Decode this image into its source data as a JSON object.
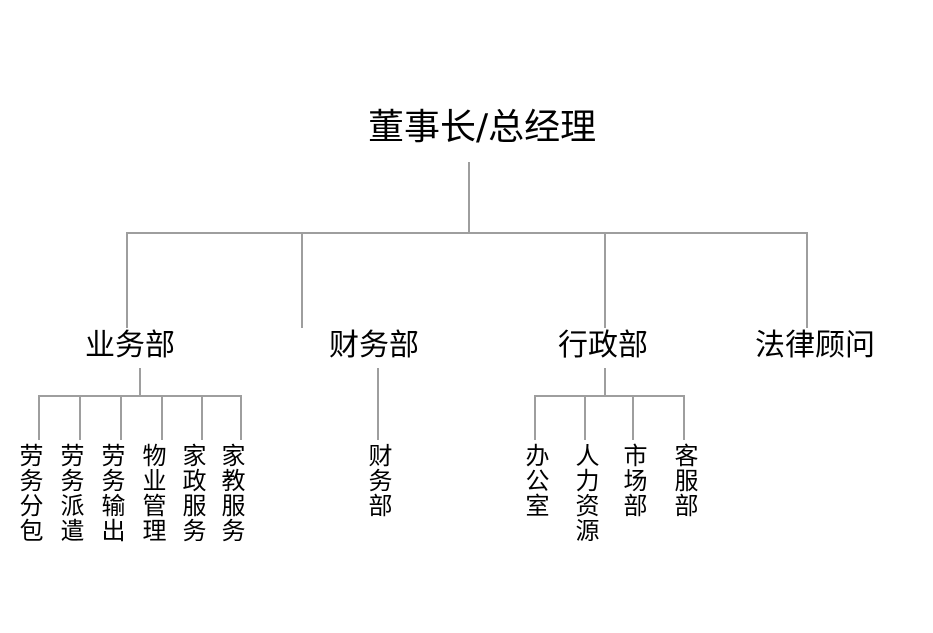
{
  "chart_data": {
    "type": "diagram",
    "diagram_kind": "organization-chart",
    "title": "",
    "orientation": "top-down",
    "line_color": "#9e9e9e",
    "text_color": "#000000",
    "background_color": "#ffffff",
    "levels": 3,
    "nodes": [
      {
        "id": "root",
        "label": "董事长/总经理",
        "level": 1,
        "children": [
          "yewu",
          "caiwu",
          "xingzheng",
          "falv"
        ]
      },
      {
        "id": "yewu",
        "label": "业务部",
        "level": 2,
        "children": [
          "laowufenbao",
          "laowupaiqian",
          "laowushuchu",
          "wuyeguanli",
          "jiazhengfuwu",
          "jiajiaofuwu"
        ]
      },
      {
        "id": "caiwu",
        "label": "财务部",
        "level": 2,
        "children": [
          "caiwubu"
        ]
      },
      {
        "id": "xingzheng",
        "label": "行政部",
        "level": 2,
        "children": [
          "bangongshi",
          "renliziyuan",
          "shichangbu",
          "kefubu"
        ]
      },
      {
        "id": "falv",
        "label": "法律顾问",
        "level": 2,
        "children": []
      },
      {
        "id": "laowufenbao",
        "label": "劳务分包",
        "level": 3,
        "children": []
      },
      {
        "id": "laowupaiqian",
        "label": "劳务派遣",
        "level": 3,
        "children": []
      },
      {
        "id": "laowushuchu",
        "label": "劳务输出",
        "level": 3,
        "children": []
      },
      {
        "id": "wuyeguanli",
        "label": "物业管理",
        "level": 3,
        "children": []
      },
      {
        "id": "jiazhengfuwu",
        "label": "家政服务",
        "level": 3,
        "children": []
      },
      {
        "id": "jiajiaofuwu",
        "label": "家教服务",
        "level": 3,
        "children": []
      },
      {
        "id": "caiwubu",
        "label": "财务部",
        "level": 3,
        "children": []
      },
      {
        "id": "bangongshi",
        "label": "办公室",
        "level": 3,
        "children": []
      },
      {
        "id": "renliziyuan",
        "label": "人力资源",
        "level": 3,
        "children": []
      },
      {
        "id": "shichangbu",
        "label": "市场部",
        "level": 3,
        "children": []
      },
      {
        "id": "kefubu",
        "label": "客服部",
        "level": 3,
        "children": []
      }
    ]
  },
  "root": {
    "label": "董事长/总经理"
  },
  "level2": {
    "business": {
      "label": "业务部"
    },
    "finance": {
      "label": "财务部"
    },
    "admin": {
      "label": "行政部"
    },
    "legal": {
      "label": "法律顾问"
    }
  },
  "business_children": [
    {
      "label": "劳务分包"
    },
    {
      "label": "劳务派遣"
    },
    {
      "label": "劳务输出"
    },
    {
      "label": "物业管理"
    },
    {
      "label": "家政服务"
    },
    {
      "label": "家教服务"
    }
  ],
  "finance_children": [
    {
      "label": "财务部"
    }
  ],
  "admin_children": [
    {
      "label": "办公室"
    },
    {
      "label": "人力资源"
    },
    {
      "label": "市场部"
    },
    {
      "label": "客服部"
    }
  ]
}
